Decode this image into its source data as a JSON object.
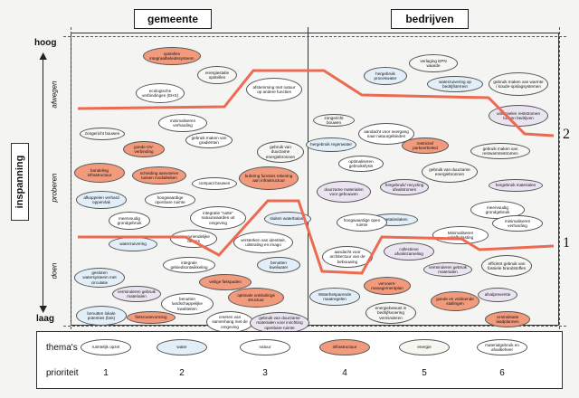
{
  "headers": {
    "left": "gemeente",
    "right": "bedrijven"
  },
  "axis": {
    "top": "hoog",
    "bottom": "laag",
    "title": "inspanning",
    "bands": [
      "afwegen",
      "proberen",
      "doen"
    ]
  },
  "line_labels": {
    "line_upper": "2",
    "line_lower": "1"
  },
  "colors": {
    "type0": "#ffffff",
    "type1": "#e3eff8",
    "type3": "#f19a7c",
    "type4": "#f6f6f2",
    "type5": "#eae4f0",
    "priority_line": "#ec6a52"
  },
  "measures": [
    {
      "text": "opstellen integraalbeleidssysteem",
      "type": 3
    },
    {
      "text": "energiestalie opstellen",
      "type": 4
    },
    {
      "text": "ecologische verbindingen (EHS)",
      "type": 2
    },
    {
      "text": "afstemming met natuur op andere functies",
      "type": 2
    },
    {
      "text": "minimaliseren verharding",
      "type": 0
    },
    {
      "text": "zongericht bouwen",
      "type": 4
    },
    {
      "text": "gebruik maken van gradiënten",
      "type": 0
    },
    {
      "text": "goede OV-verbinding",
      "type": 3
    },
    {
      "text": "gebruik van duurzame energiebronnen",
      "type": 4
    },
    {
      "text": "bundeling infrastructuur",
      "type": 3
    },
    {
      "text": "scheiding aanvoeren tussen modaliteiten",
      "type": 3
    },
    {
      "text": "compact bouwen",
      "type": 0
    },
    {
      "text": "bufering functies rekening aan infrastructuur",
      "type": 3
    },
    {
      "text": "afkoppelen verhard oppervlak",
      "type": 1
    },
    {
      "text": "hoogwaardige openbare ruimte",
      "type": 0
    },
    {
      "text": "integratie \"natte\" natuurwaarden uit omgeving",
      "type": 2
    },
    {
      "text": "meervoudig grondgebruik",
      "type": 0
    },
    {
      "text": "sluiten waterbalans",
      "type": 1
    },
    {
      "text": "natuurvriendelijke oevers",
      "type": 2
    },
    {
      "text": "versterken van identiteit, uitstraling en imago",
      "type": 0
    },
    {
      "text": "waterzuivering",
      "type": 1
    },
    {
      "text": "benutten kwelwater",
      "type": 1
    },
    {
      "text": "integrale gebiedsontwikkeling",
      "type": 0
    },
    {
      "text": "gesloten watersysteem met circulatie",
      "type": 1
    },
    {
      "text": "verminderen gebruik materialen",
      "type": 5
    },
    {
      "text": "veilige fietspaden",
      "type": 3
    },
    {
      "text": "optimale ontsluitings structuur",
      "type": 3
    },
    {
      "text": "benutten landschappelijke kwaliteiten",
      "type": 2
    },
    {
      "text": "benutten lokale potenties (bnk)",
      "type": 1
    },
    {
      "text": "fietsroutevorming",
      "type": 3
    },
    {
      "text": "creëren van samenhang met de omgeving",
      "type": 0
    },
    {
      "text": "gebruik van duurzame materialen voor inrichting openbare ruimte",
      "type": 5
    },
    {
      "text": "verlaging EPN waarde",
      "type": 4
    },
    {
      "text": "hergebruik proceswater",
      "type": 1
    },
    {
      "text": "waterzuivering op bedrijfsterrein",
      "type": 1
    },
    {
      "text": "gebruik maken van warmte / koude-opslagsystemen",
      "type": 4
    },
    {
      "text": "uitwisselen reststromen tussen bedrijven",
      "type": 5
    },
    {
      "text": "zongericht bouwen",
      "type": 4
    },
    {
      "text": "aandacht voor overgang naar natuurgebieden",
      "type": 2
    },
    {
      "text": "hergebruik regenwater",
      "type": 1
    },
    {
      "text": "restrictief parkeerbeleid",
      "type": 3
    },
    {
      "text": "gebruik maken van restwarmtestromen",
      "type": 4
    },
    {
      "text": "optimaliseren gebruiksfysis",
      "type": 0
    },
    {
      "text": "gebruik van duurzame energiebronnen",
      "type": 4
    },
    {
      "text": "hergebruik/ recycling afvalstromen",
      "type": 5
    },
    {
      "text": "hergebruik materialen",
      "type": 5
    },
    {
      "text": "duurzame materialen voor gebouwen",
      "type": 5
    },
    {
      "text": "meervoudig grondgebruik",
      "type": 0
    },
    {
      "text": "vegetatiedaken",
      "type": 1
    },
    {
      "text": "hoogwaardige open ruimte",
      "type": 0
    },
    {
      "text": "Minimaliseren reliëfbelasting",
      "type": 2
    },
    {
      "text": "minimaliseren verharding",
      "type": 0
    },
    {
      "text": "aandacht voor architectuur van de bebouwing",
      "type": 0
    },
    {
      "text": "collectieve afvalinzameling",
      "type": 5
    },
    {
      "text": "efficiënt gebruik van fossiele brandstoffen",
      "type": 4
    },
    {
      "text": "verminderen gebruik materialen",
      "type": 5
    },
    {
      "text": "vervoers-managementplan",
      "type": 3
    },
    {
      "text": "afvalpreventie",
      "type": 5
    },
    {
      "text": "Waterbesparende maatregelen",
      "type": 1
    },
    {
      "text": "goede en voldoende stallingen",
      "type": 3
    },
    {
      "text": "energiebewust in bedrijfsvoering verminderen",
      "type": 4
    },
    {
      "text": "centralisatie laadplannen",
      "type": 3
    }
  ],
  "legend": {
    "row1_label": "thema's",
    "row2_label": "prioriteit",
    "items": [
      {
        "text": "ruimtelijk opzet",
        "type": 0,
        "priority": "1"
      },
      {
        "text": "water",
        "type": 1,
        "priority": "2"
      },
      {
        "text": "natuur",
        "type": 0,
        "priority": "3"
      },
      {
        "text": "infrastructuur",
        "type": 3,
        "priority": "4"
      },
      {
        "text": "energie",
        "type": 4,
        "priority": "5"
      },
      {
        "text": "materialgebruik en afvalbeheer",
        "type": 0,
        "priority": "6"
      }
    ]
  }
}
